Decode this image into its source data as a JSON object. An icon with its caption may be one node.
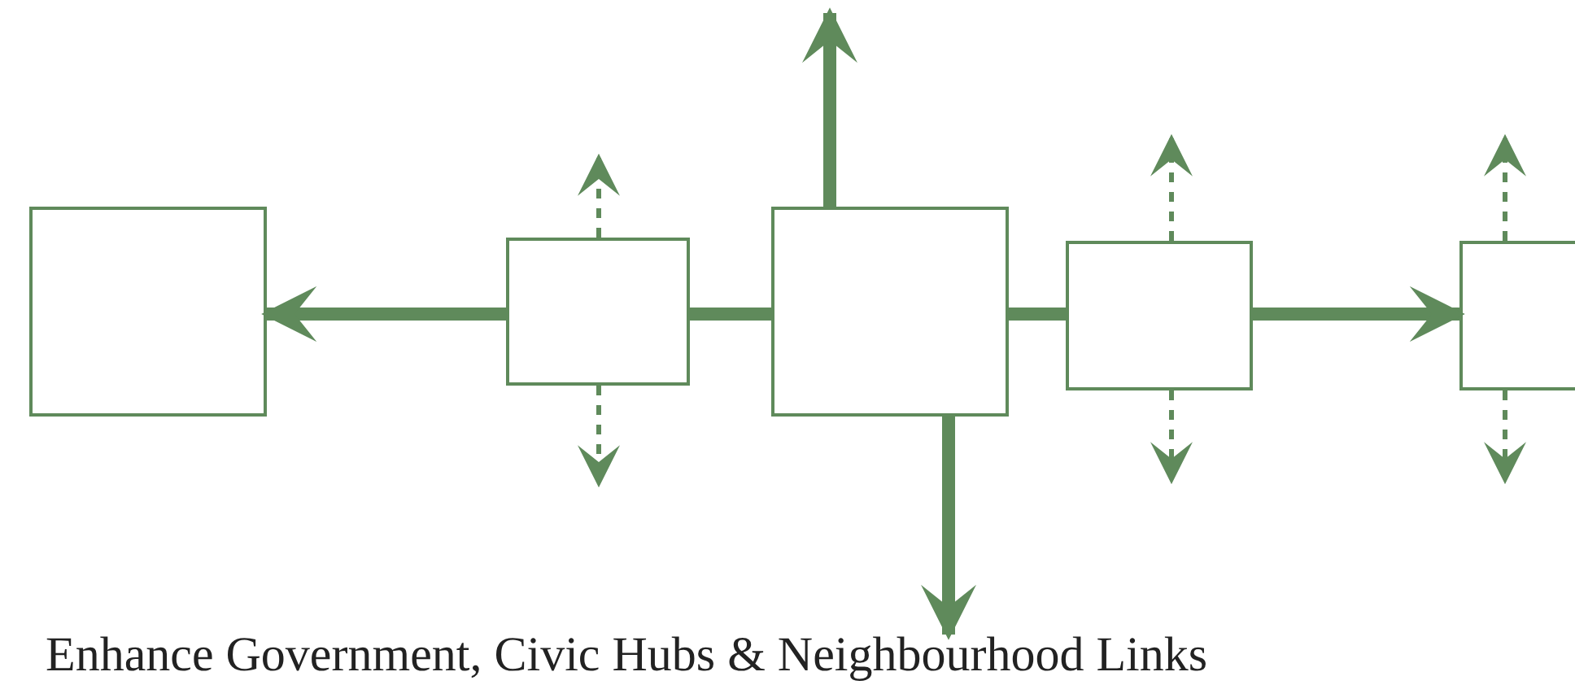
{
  "diagram": {
    "caption": "Enhance Government, Civic Hubs & Neighbourhood Links",
    "nodes": [
      {
        "text": [],
        "shape": "box"
      },
      {
        "text": [],
        "shape": "box"
      },
      {
        "text": [],
        "shape": "box"
      },
      {
        "text": [],
        "shape": "box"
      },
      {
        "text": [],
        "shape": "box"
      }
    ],
    "edges": [
      {
        "from": 2,
        "to": 1,
        "arrow": "none",
        "style": "thick"
      },
      {
        "from": 1,
        "to": 0,
        "arrow": "to",
        "style": "thick"
      },
      {
        "from": 2,
        "to": 3,
        "arrow": "none",
        "style": "thick"
      },
      {
        "from": 3,
        "to": 4,
        "arrow": "to",
        "style": "thick"
      },
      {
        "from": 2,
        "to": null,
        "arrow": "to",
        "style": "thick"
      },
      {
        "from": 2,
        "to": null,
        "arrow": "to",
        "style": "thick"
      },
      {
        "from": 1,
        "to": null,
        "arrow": "to",
        "style": "dashed"
      },
      {
        "from": 1,
        "to": null,
        "arrow": "to",
        "style": "dashed"
      },
      {
        "from": 3,
        "to": null,
        "arrow": "to",
        "style": "dashed"
      },
      {
        "from": 3,
        "to": null,
        "arrow": "to",
        "style": "dashed"
      },
      {
        "from": 4,
        "to": null,
        "arrow": "to",
        "style": "dashed"
      },
      {
        "from": 4,
        "to": null,
        "arrow": "to",
        "style": "dashed"
      }
    ]
  }
}
